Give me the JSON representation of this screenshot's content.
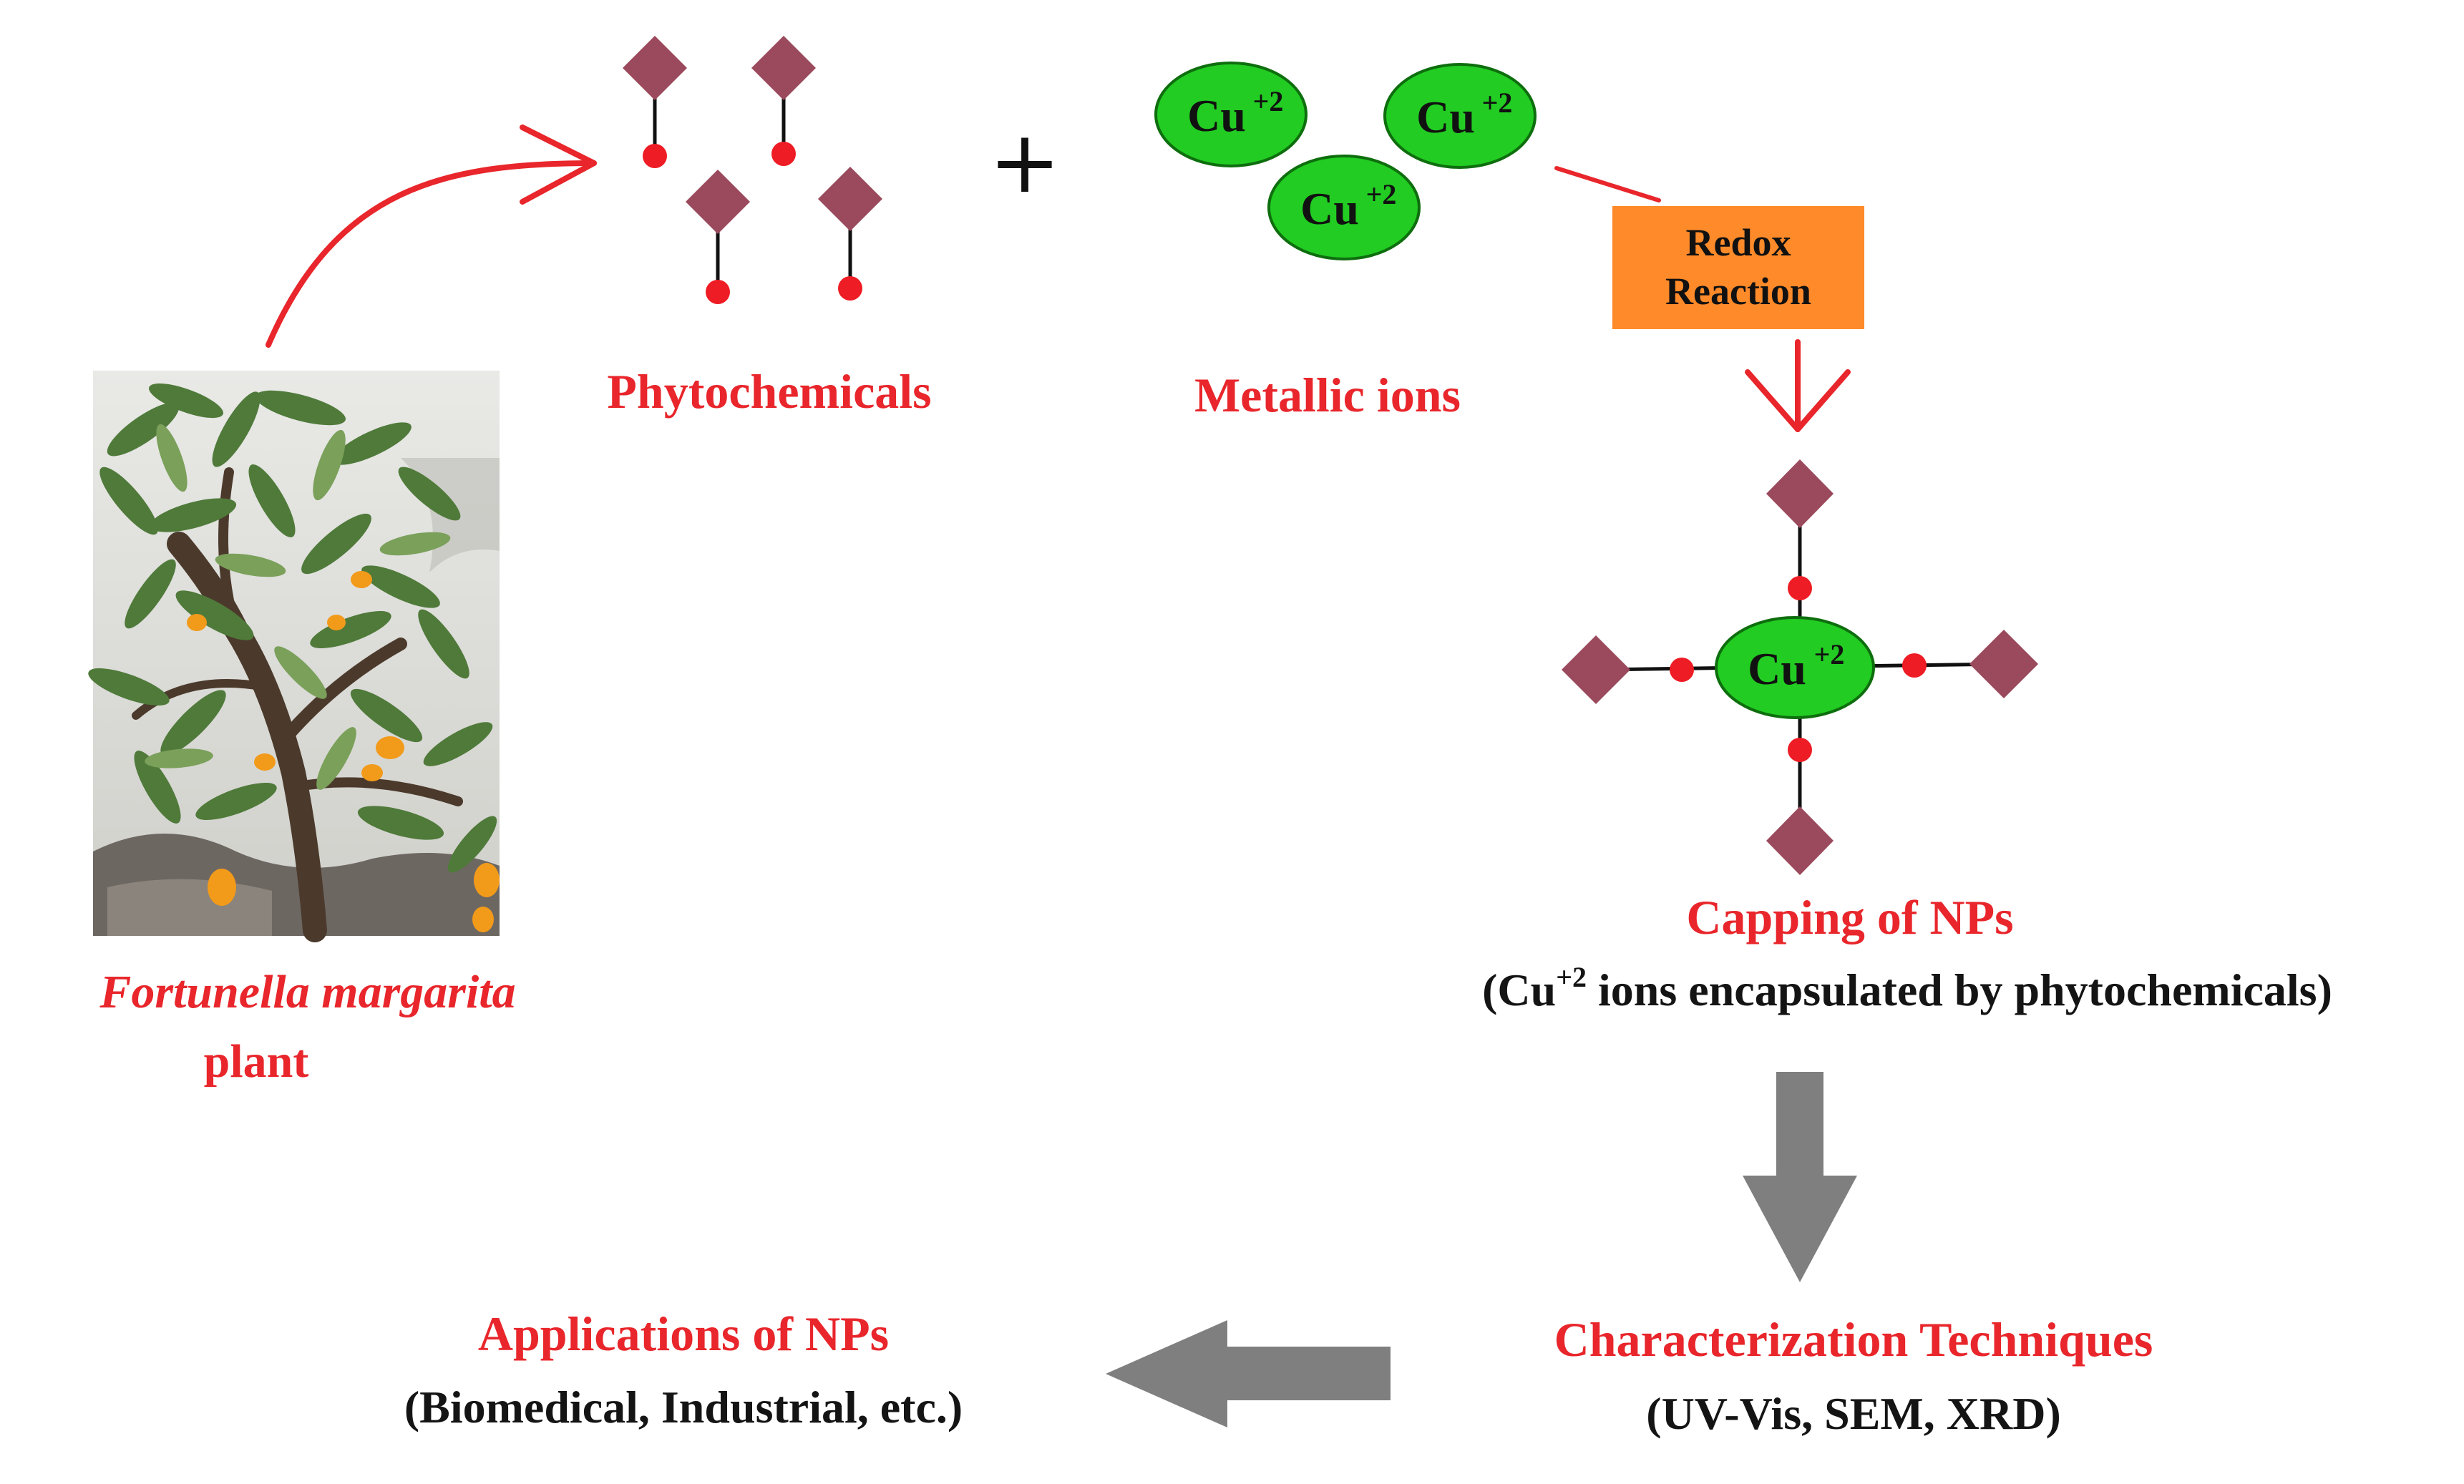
{
  "plant": {
    "name_italic": "Fortunella margarita",
    "name_rest": "plant"
  },
  "phytochemicals": {
    "label": "Phytochemicals"
  },
  "plus_sign": "+",
  "metallic_ions": {
    "label": "Metallic ions",
    "ion_symbol": "Cu",
    "ion_charge": "+2"
  },
  "redox_box": {
    "line1": "Redox",
    "line2": "Reaction"
  },
  "capping": {
    "title": "Capping of NPs",
    "subtitle_prefix": "(Cu",
    "subtitle_superscript": "+2",
    "subtitle_suffix": " ions encapsulated by phytochemicals)"
  },
  "characterization": {
    "title": "Characterization Techniques",
    "subtitle": "(UV-Vis, SEM, XRD)"
  },
  "applications": {
    "title": "Applications of NPs",
    "subtitle": "(Biomedical, Industrial, etc.)"
  },
  "colors": {
    "red": "#e8262b",
    "diamond": "#9a4a5c",
    "ion_green": "#22cc22",
    "redox_orange": "#ff8a2a",
    "arrow_gray": "#7f7f7f"
  }
}
